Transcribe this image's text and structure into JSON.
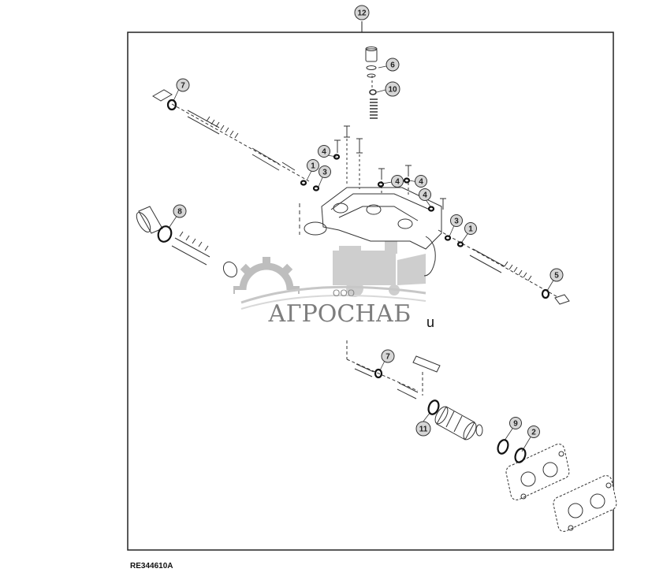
{
  "figure_id": "RE344610A",
  "watermark": {
    "prefix": "ООО",
    "name": "АГРОСНАБ",
    "suffix": "u"
  },
  "callouts": [
    "12",
    "6",
    "10",
    "7",
    "4",
    "4",
    "1",
    "3",
    "4",
    "4",
    "4",
    "3",
    "1",
    "8",
    "5",
    "7",
    "11",
    "9",
    "2"
  ]
}
